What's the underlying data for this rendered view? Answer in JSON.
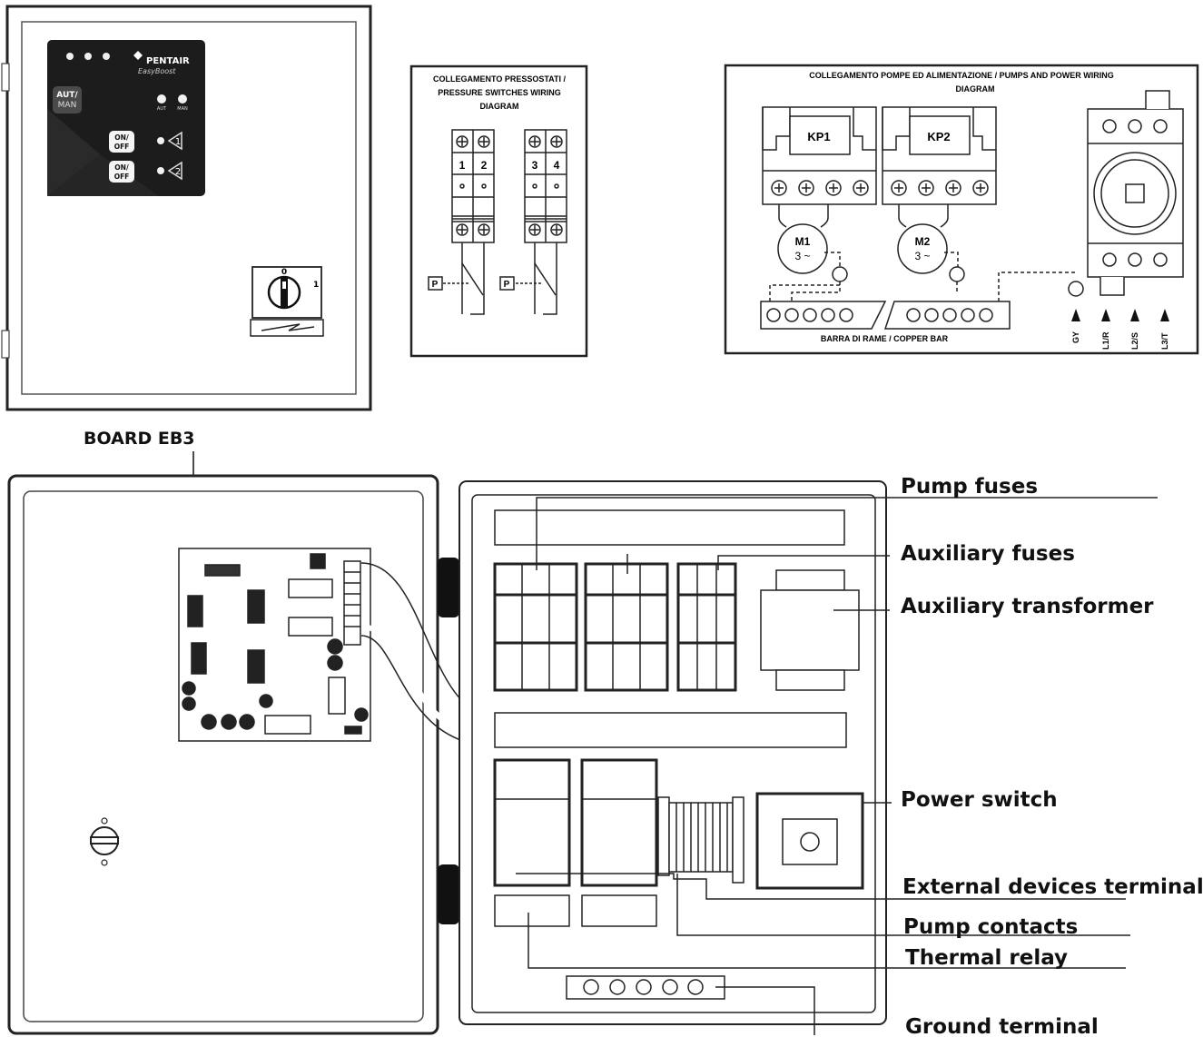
{
  "front_panel": {
    "brand": "PENTAIR",
    "product": "EasyBoost",
    "aut_man_button": "AUT/\nMAN",
    "led_labels": [
      "AUT",
      "MAN"
    ],
    "onoff_button_1": "ON/\nOFF",
    "onoff_button_2": "ON/\nOFF",
    "pump_1_number": "1",
    "pump_2_number": "2",
    "switch_off_mark": "0",
    "switch_on_mark": "1"
  },
  "pressure_diagram": {
    "title_lines": [
      "COLLEGAMENTO PRESSOSTATI /",
      "PRESSURE SWITCHES WIRING",
      "DIAGRAM"
    ],
    "terminals": [
      "1",
      "2",
      "3",
      "4"
    ],
    "switch_symbol": "P"
  },
  "power_diagram": {
    "title_lines": [
      "COLLEGAMENTO POMPE ED ALIMENTAZIONE / PUMPS AND POWER WIRING",
      "DIAGRAM"
    ],
    "contactor_1": "KP1",
    "contactor_2": "KP2",
    "motor_1": "M1",
    "motor_2": "M2",
    "motor_phase": "3 ~",
    "copper_bar_label": "BARRA DI RAME / COPPER BAR",
    "phase_labels": [
      "GY",
      "L1/R",
      "L2/S",
      "L3/T"
    ]
  },
  "callouts": {
    "board": "BOARD EB3",
    "pump_fuses": "Pump fuses",
    "auxiliary_fuses": "Auxiliary fuses",
    "auxiliary_transformer": "Auxiliary transformer",
    "power_switch": "Power switch",
    "external_devices_terminal": "External devices terminal",
    "pump_contacts": "Pump contacts",
    "thermal_relay": "Thermal relay",
    "ground_terminal": "Ground terminal"
  }
}
